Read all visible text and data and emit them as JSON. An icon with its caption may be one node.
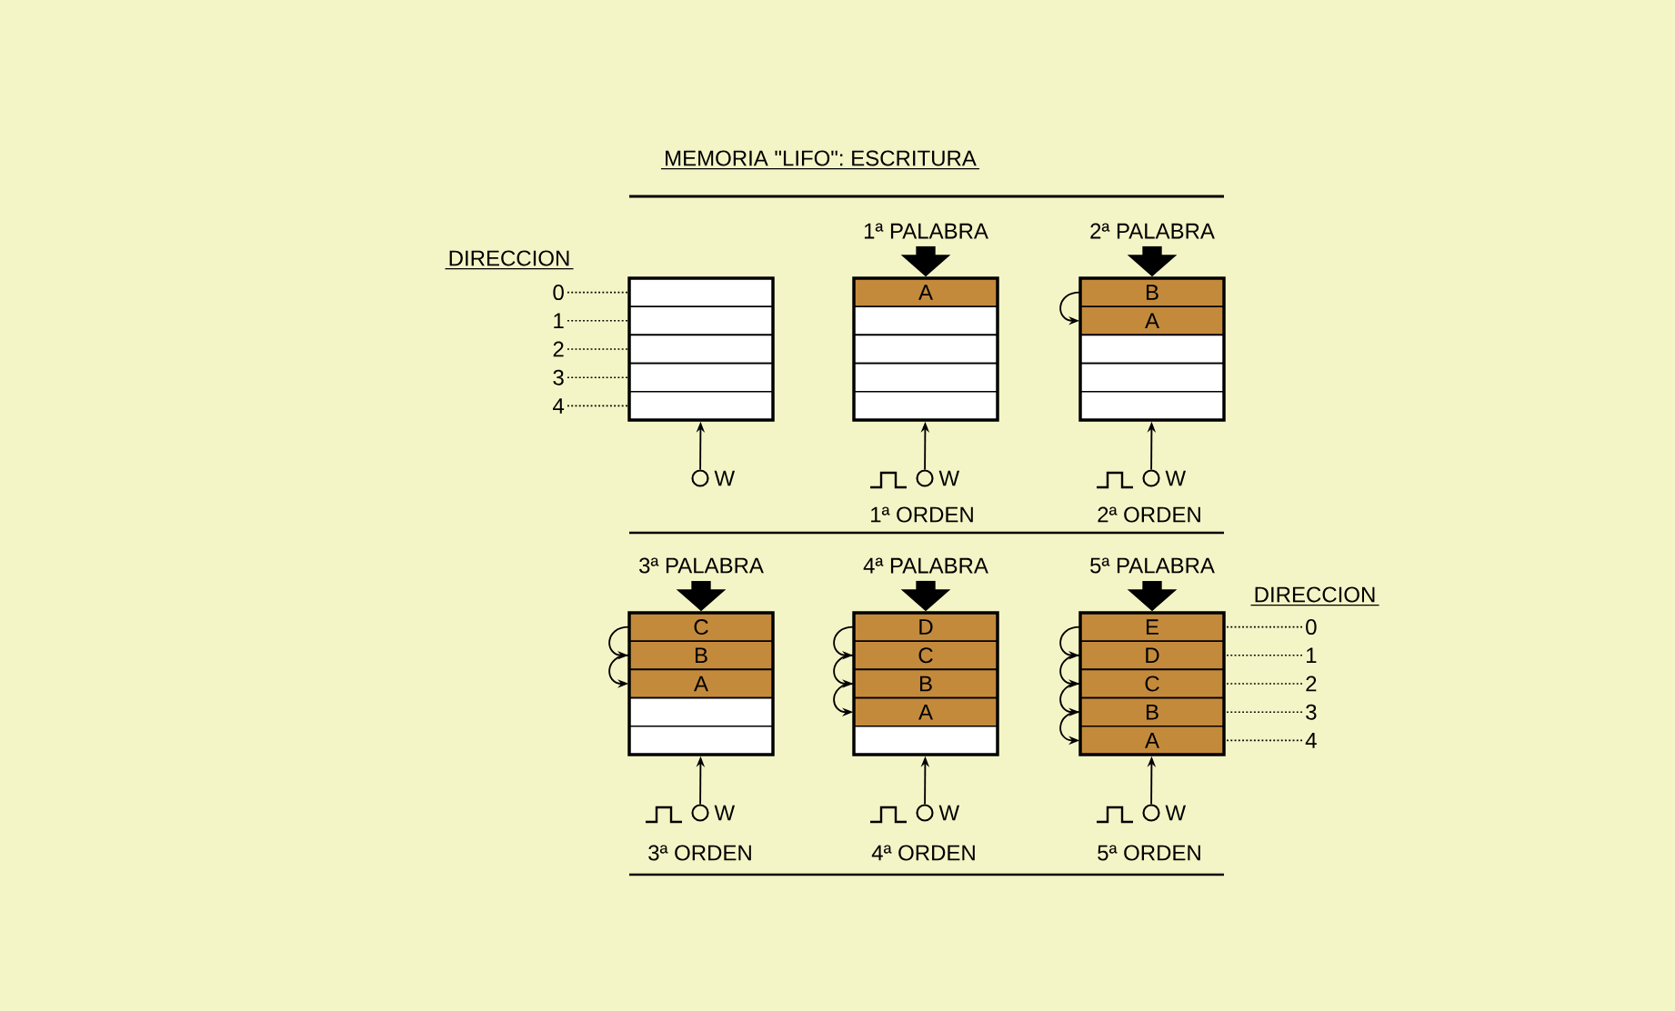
{
  "diagram": {
    "title": "MEMORIA \"LIFO\": ESCRITURA",
    "nodes": [
      {
        "text": [
          "0"
        ]
      },
      {
        "text": [
          "1"
        ]
      },
      {
        "text": [
          "2"
        ]
      },
      {
        "text": [
          "3"
        ]
      },
      {
        "text": [
          "4"
        ]
      },
      {
        "text": [],
        "shape": "box"
      },
      {
        "text": [],
        "shape": "box",
        "in": 5
      },
      {
        "text": [],
        "shape": "box",
        "in": 5
      },
      {
        "text": [],
        "shape": "box",
        "in": 5
      },
      {
        "text": [],
        "shape": "box",
        "in": 5
      },
      {
        "text": [],
        "shape": "box",
        "in": 5
      },
      {
        "text": [],
        "shape": "circle",
        "beside": [
          "W"
        ]
      },
      {
        "text": [
          "1ª PALABRA"
        ]
      },
      {
        "text": [],
        "shape": "box"
      },
      {
        "text": [
          "A"
        ],
        "in": 13
      },
      {
        "text": [],
        "shape": "box",
        "in": 13
      },
      {
        "text": [],
        "shape": "box",
        "in": 13
      },
      {
        "text": [],
        "shape": "box",
        "in": 13
      },
      {
        "text": [],
        "shape": "box",
        "in": 13
      },
      {
        "text": [],
        "shape": "circle",
        "beside": [
          "W"
        ]
      },
      {
        "text": [
          "2ª PALABRA"
        ]
      },
      {
        "text": [],
        "shape": "box"
      },
      {
        "text": [
          "B"
        ],
        "in": 21
      },
      {
        "text": [
          "A"
        ],
        "in": 21
      },
      {
        "text": [],
        "shape": "box",
        "in": 21
      },
      {
        "text": [],
        "shape": "box",
        "in": 21
      },
      {
        "text": [],
        "shape": "box",
        "in": 21
      },
      {
        "text": [],
        "shape": "circle",
        "beside": [
          "W"
        ]
      },
      {
        "text": [
          "3ª PALABRA"
        ]
      },
      {
        "text": [],
        "shape": "box"
      },
      {
        "text": [
          "C"
        ],
        "in": 29
      },
      {
        "text": [
          "B"
        ],
        "in": 29
      },
      {
        "text": [
          "A"
        ],
        "in": 29
      },
      {
        "text": [],
        "shape": "box",
        "in": 29
      },
      {
        "text": [],
        "shape": "box",
        "in": 29
      },
      {
        "text": [],
        "shape": "circle",
        "beside": [
          "W"
        ]
      },
      {
        "text": [
          "4ª PALABRA"
        ]
      },
      {
        "text": [],
        "shape": "box"
      },
      {
        "text": [
          "D"
        ],
        "in": 37
      },
      {
        "text": [
          "C"
        ],
        "in": 37
      },
      {
        "text": [
          "B"
        ],
        "in": 37
      },
      {
        "text": [
          "A"
        ],
        "in": 37
      },
      {
        "text": [],
        "shape": "box",
        "in": 37
      },
      {
        "text": [],
        "shape": "circle",
        "beside": [
          "W"
        ]
      },
      {
        "text": [
          "5ª PALABRA"
        ]
      },
      {
        "text": [],
        "shape": "box"
      },
      {
        "text": [
          "E"
        ],
        "in": 45
      },
      {
        "text": [
          "D"
        ],
        "in": 45
      },
      {
        "text": [
          "C"
        ],
        "in": 45
      },
      {
        "text": [
          "B"
        ],
        "in": 45
      },
      {
        "text": [
          "A"
        ],
        "in": 45
      },
      {
        "text": [],
        "shape": "circle",
        "beside": [
          "W"
        ]
      },
      {
        "text": [
          "0"
        ]
      },
      {
        "text": [
          "1"
        ]
      },
      {
        "text": [
          "2"
        ]
      },
      {
        "text": [
          "3"
        ]
      },
      {
        "text": [
          "4"
        ]
      }
    ],
    "edges": [
      {
        "from": 0,
        "to": 6,
        "arrow": "none",
        "style": "dashed"
      },
      {
        "from": 1,
        "to": 7,
        "arrow": "none",
        "style": "dashed"
      },
      {
        "from": 2,
        "to": 8,
        "arrow": "none",
        "style": "dashed"
      },
      {
        "from": 3,
        "to": 9,
        "arrow": "none",
        "style": "dashed"
      },
      {
        "from": 4,
        "to": 10,
        "arrow": "none",
        "style": "dashed"
      },
      {
        "from": 11,
        "to": 5,
        "arrow": "to"
      },
      {
        "from": 12,
        "to": 13,
        "arrow": "to",
        "style": "thick"
      },
      {
        "from": 19,
        "to": 13,
        "arrow": "to"
      },
      {
        "from": 20,
        "to": 21,
        "arrow": "to",
        "style": "thick"
      },
      {
        "from": 22,
        "to": 23,
        "arrow": "to"
      },
      {
        "from": 27,
        "to": 21,
        "arrow": "to"
      },
      {
        "from": 28,
        "to": 29,
        "arrow": "to",
        "style": "thick"
      },
      {
        "from": 30,
        "to": 31,
        "arrow": "to"
      },
      {
        "from": 31,
        "to": 32,
        "arrow": "to"
      },
      {
        "from": 35,
        "to": 29,
        "arrow": "to"
      },
      {
        "from": 36,
        "to": 37,
        "arrow": "to",
        "style": "thick"
      },
      {
        "from": 38,
        "to": 39,
        "arrow": "to"
      },
      {
        "from": 39,
        "to": 40,
        "arrow": "to"
      },
      {
        "from": 40,
        "to": 41,
        "arrow": "to"
      },
      {
        "from": 43,
        "to": 37,
        "arrow": "to"
      },
      {
        "from": 44,
        "to": 45,
        "arrow": "to",
        "style": "thick"
      },
      {
        "from": 46,
        "to": 47,
        "arrow": "to"
      },
      {
        "from": 47,
        "to": 48,
        "arrow": "to"
      },
      {
        "from": 48,
        "to": 49,
        "arrow": "to"
      },
      {
        "from": 49,
        "to": 50,
        "arrow": "to"
      },
      {
        "from": 51,
        "to": 45,
        "arrow": "to"
      },
      {
        "from": 52,
        "to": 46,
        "arrow": "none",
        "style": "dashed"
      },
      {
        "from": 53,
        "to": 47,
        "arrow": "none",
        "style": "dashed"
      },
      {
        "from": 54,
        "to": 48,
        "arrow": "none",
        "style": "dashed"
      },
      {
        "from": 55,
        "to": 49,
        "arrow": "none",
        "style": "dashed"
      },
      {
        "from": 56,
        "to": 50,
        "arrow": "none",
        "style": "dashed"
      }
    ],
    "labels": [
      "DIRECCION",
      "1ª ORDEN",
      "2ª ORDEN",
      "DIRECCION",
      "3ª ORDEN",
      "4ª ORDEN",
      "5ª ORDEN"
    ]
  }
}
